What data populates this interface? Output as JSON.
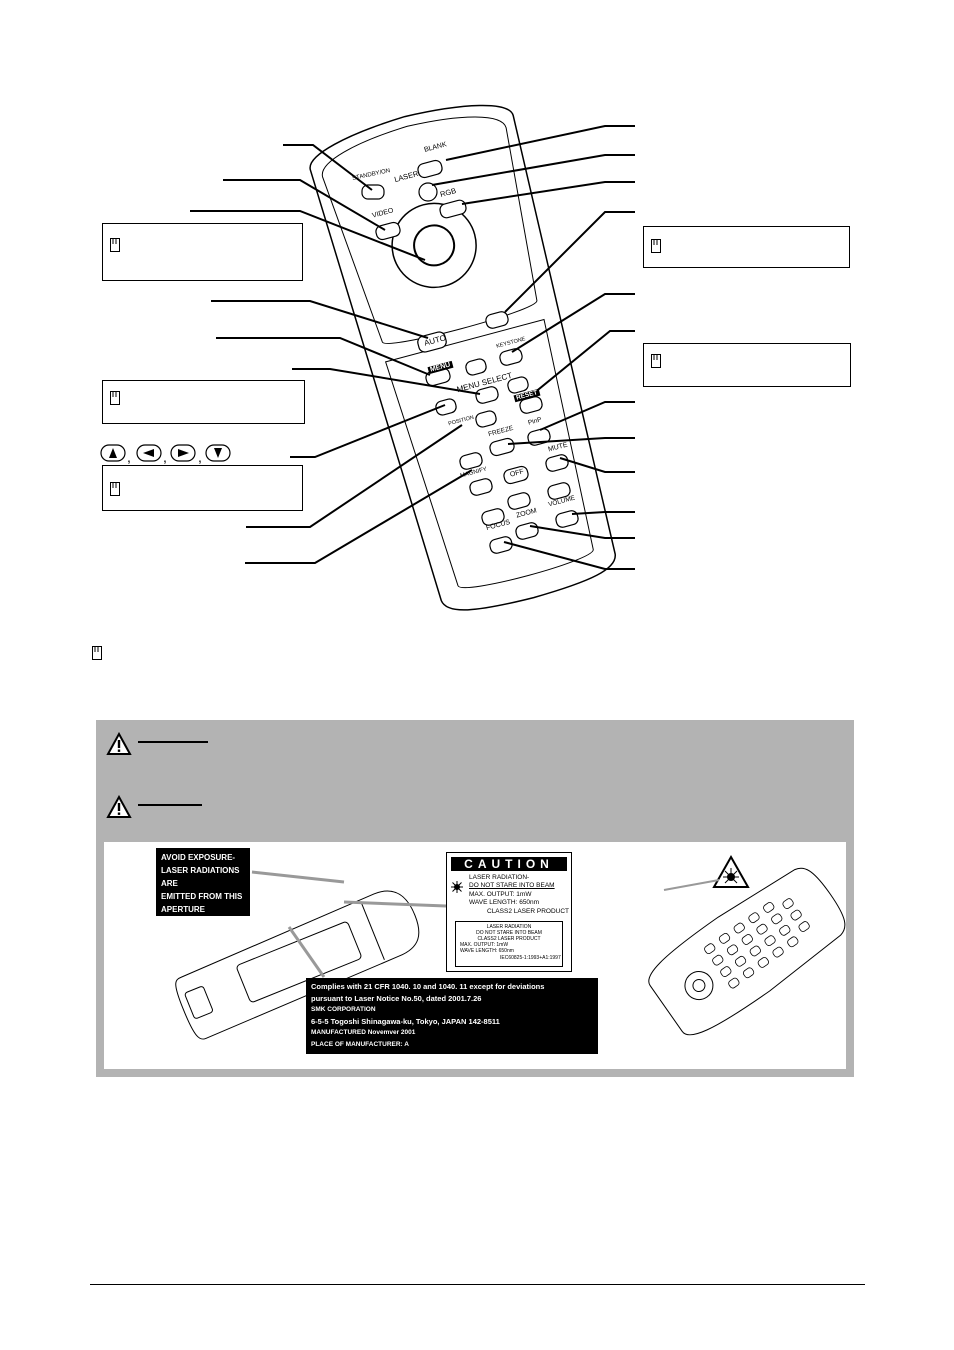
{
  "remote": {
    "buttons": {
      "standby": "STANDBY/ON",
      "blank": "BLANK",
      "laser": "LASER",
      "video": "VIDEO",
      "rgb": "RGB",
      "auto": "AUTO",
      "keystone": "KEYSTONE",
      "menu": "MENU",
      "menu_select": "MENU SELECT",
      "reset": "RESET",
      "position": "POSITION",
      "freeze": "FREEZE",
      "pinp": "PinP",
      "mute": "MUTE",
      "magnify": "MAGNIFY",
      "off": "OFF",
      "volume": "VOLUME",
      "zoom": "ZOOM",
      "focus": "FOCUS",
      "plus": "+",
      "minus": "−"
    },
    "arrow_buttons_caption": ", , ,"
  },
  "labels": {
    "aperture": [
      "AVOID EXPOSURE-",
      "LASER RADIATIONS ARE",
      "EMITTED FROM THIS",
      "APERTURE"
    ],
    "caution_title": "CAUTION",
    "caution_lines": [
      "LASER RADIATION-",
      "DO NOT STARE INTO BEAM",
      "MAX. OUTPUT: 1mW",
      "WAVE LENGTH: 650nm",
      "CLASS2 LASER PRODUCT"
    ],
    "caution_inner": [
      "LASER RADIATION",
      "DO NOT STARE INTO BEAM",
      "CLASS2 LASER PRODUCT",
      "MAX. OUTPUT: 1mW",
      "WAVE LENGTH: 650nm",
      "IEC60825-1:1993+A1:1997"
    ],
    "compliance": [
      "Complies with 21 CFR 1040. 10 and 1040. 11 except for deviations",
      "pursuant to Laser Notice No.50, dated 2001.7.26",
      "SMK CORPORATION",
      "6-5-5 Togoshi Shinagawa-ku, Tokyo, JAPAN 142-8511",
      "MANUFACTURED Novemver 2001",
      "PLACE OF MANUFACTURER: A"
    ]
  },
  "colors": {
    "warning_panel": "#b3b3b3",
    "label_black": "#000000"
  },
  "icons": [
    "book-icon",
    "warning-triangle-icon",
    "laser-hazard-icon"
  ]
}
